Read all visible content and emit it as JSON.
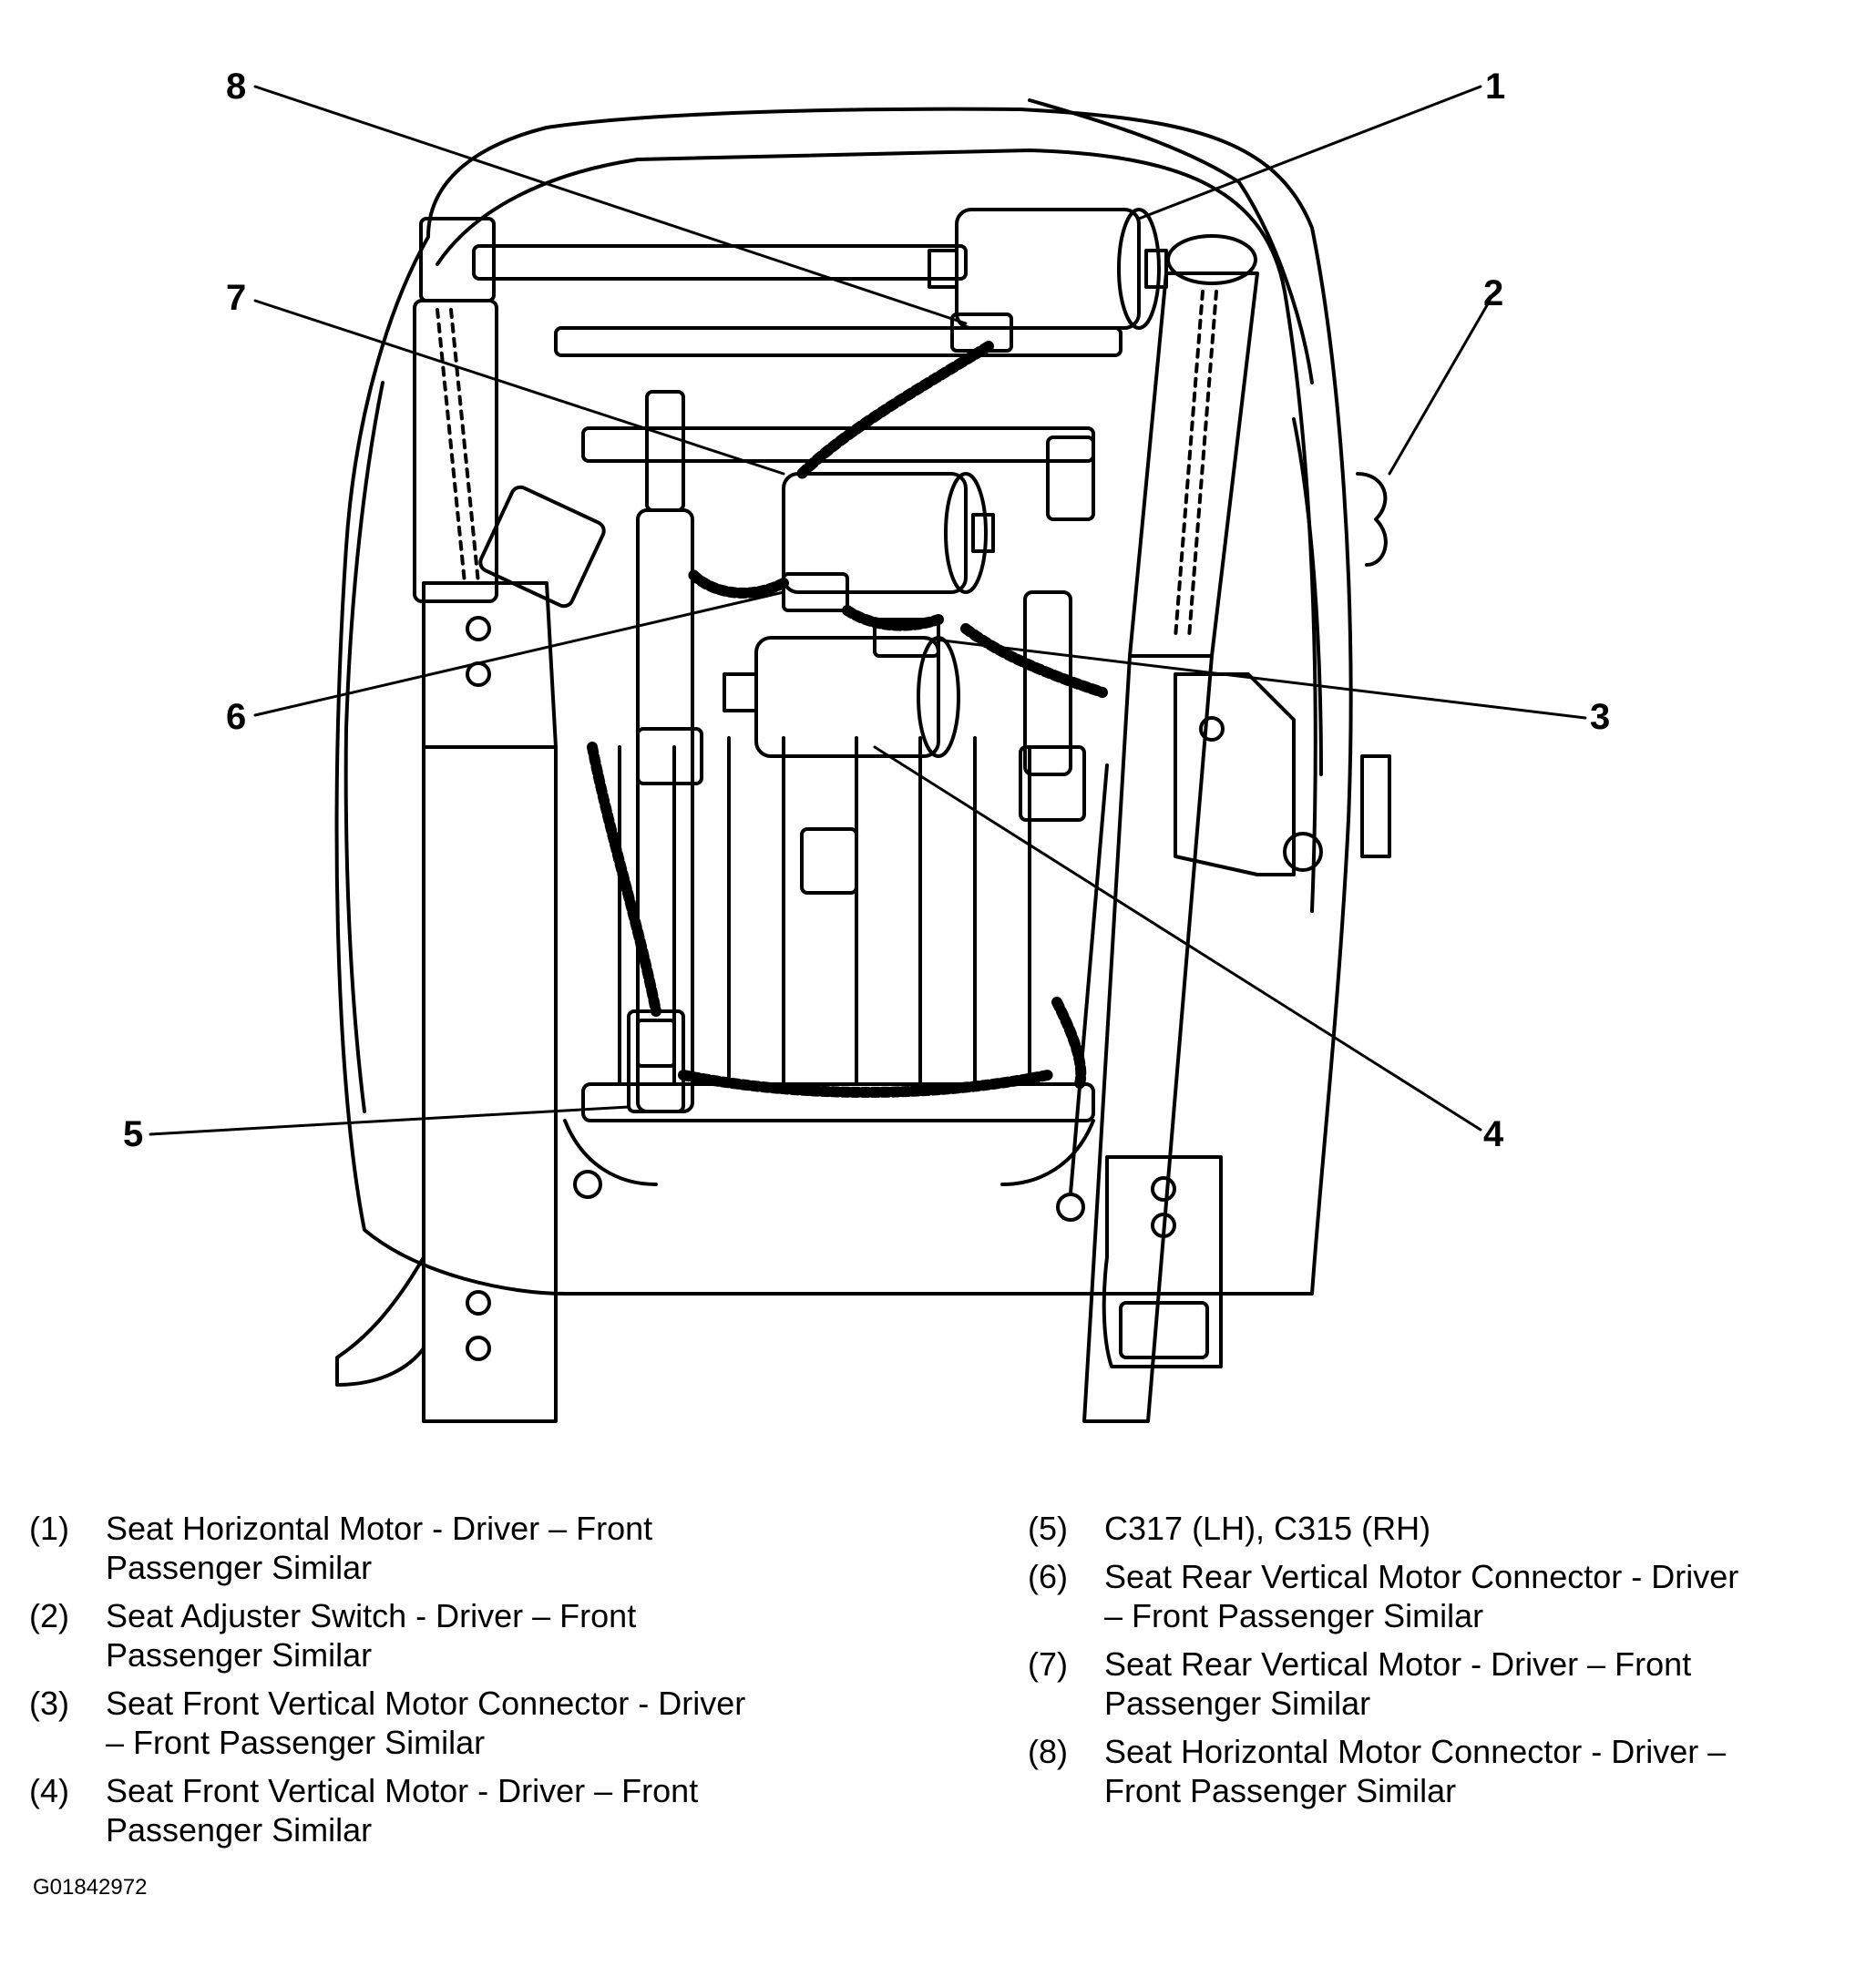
{
  "callouts": [
    {
      "number": "1"
    },
    {
      "number": "2"
    },
    {
      "number": "3"
    },
    {
      "number": "4"
    },
    {
      "number": "5"
    },
    {
      "number": "6"
    },
    {
      "number": "7"
    },
    {
      "number": "8"
    }
  ],
  "legend": [
    {
      "num": "(1)",
      "text": "Seat Horizontal Motor - Driver – Front\nPassenger Similar"
    },
    {
      "num": "(2)",
      "text": "Seat Adjuster Switch - Driver – Front\nPassenger Similar"
    },
    {
      "num": "(3)",
      "text": "Seat Front Vertical Motor Connector - Driver\n– Front Passenger Similar"
    },
    {
      "num": "(4)",
      "text": "Seat Front Vertical Motor - Driver – Front\nPassenger Similar"
    },
    {
      "num": "(5)",
      "text": "C317 (LH), C315 (RH)"
    },
    {
      "num": "(6)",
      "text": "Seat Rear Vertical Motor Connector - Driver\n– Front Passenger Similar"
    },
    {
      "num": "(7)",
      "text": "Seat Rear Vertical Motor - Driver – Front\nPassenger Similar"
    },
    {
      "num": "(8)",
      "text": "Seat Horizontal Motor Connector - Driver –\nFront Passenger Similar"
    }
  ],
  "figure_code": "G01842972"
}
